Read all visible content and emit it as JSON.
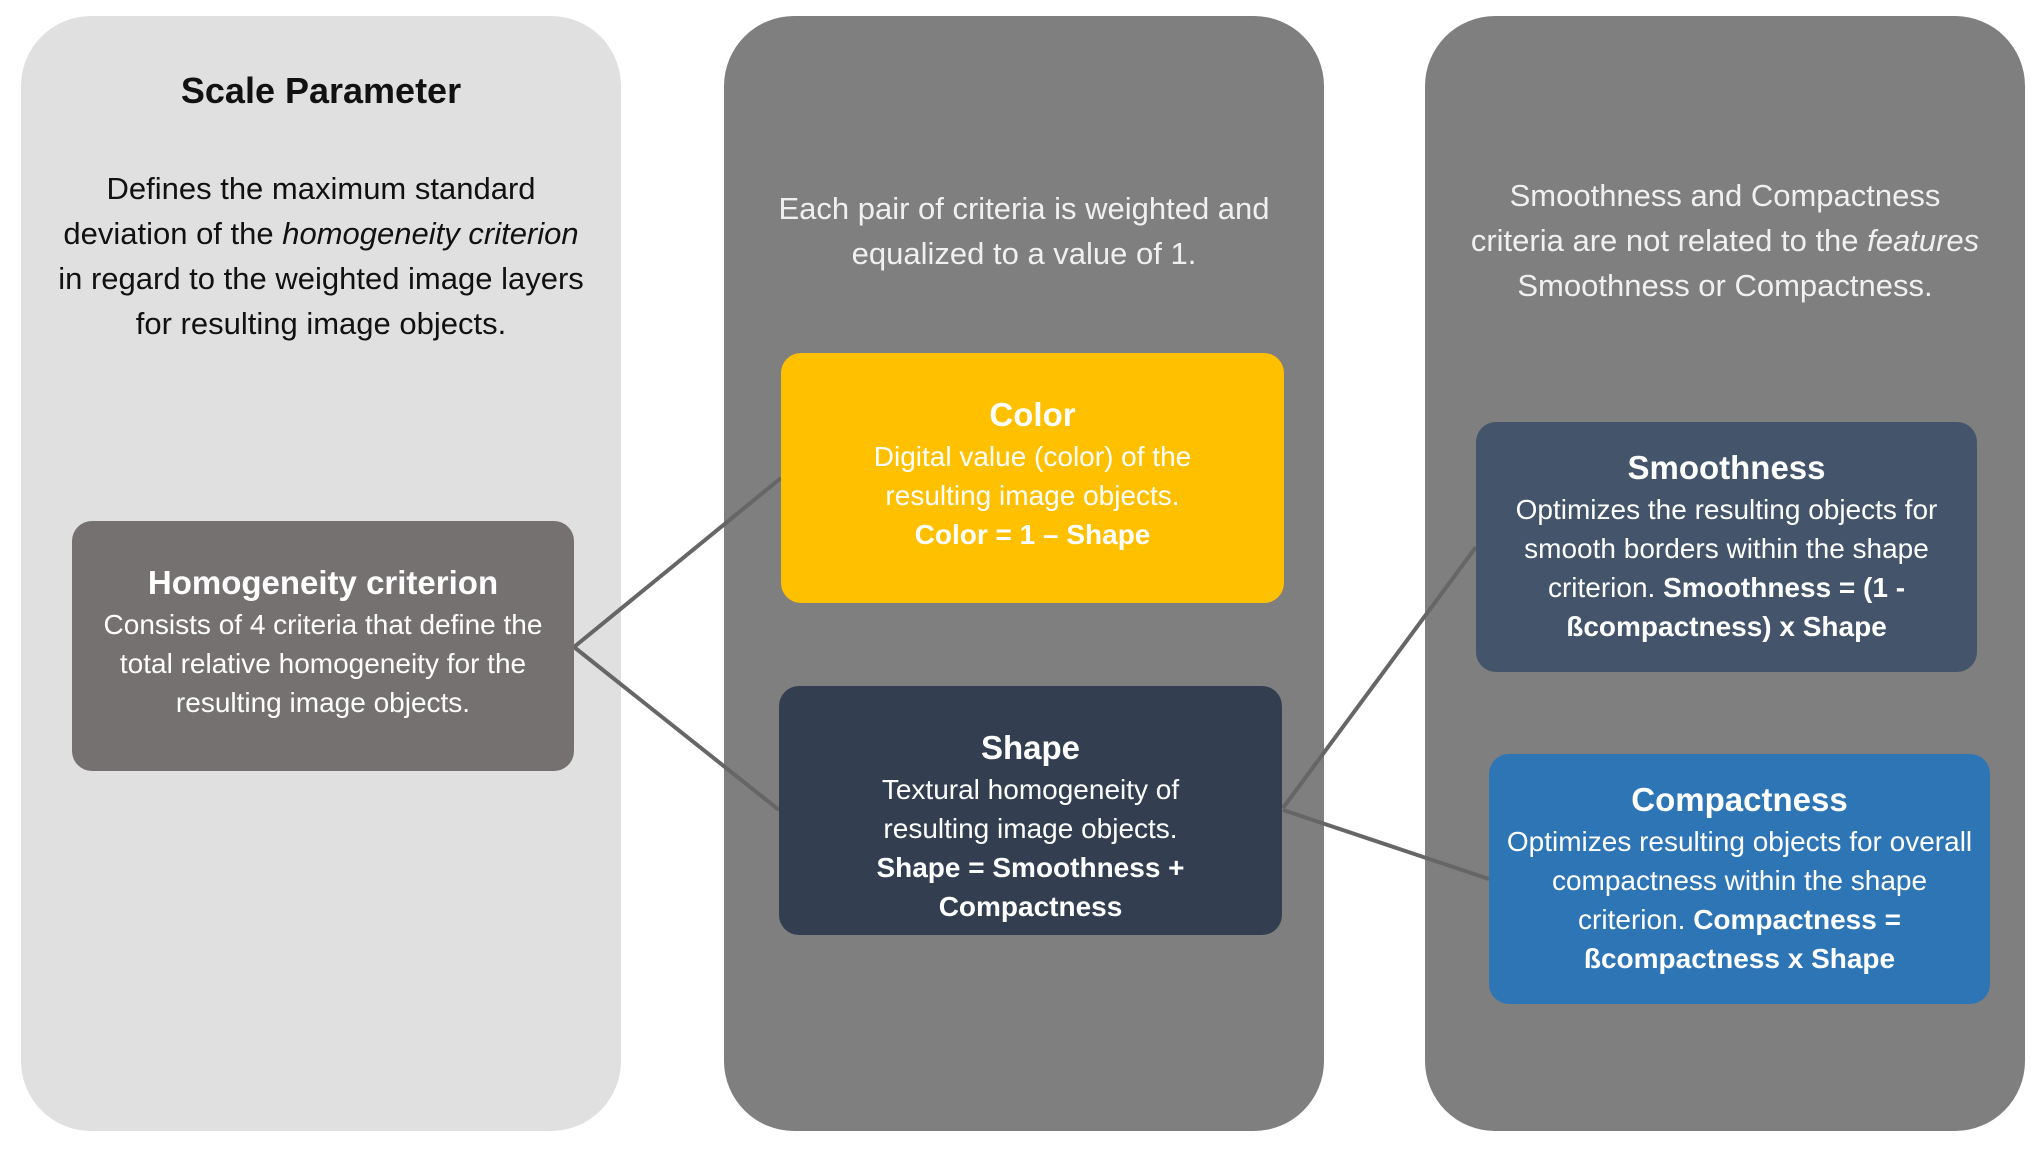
{
  "scale_panel": {
    "title": "Scale Parameter",
    "text_1": "Defines the maximum standard deviation of the ",
    "text_italic": "homogeneity criterion",
    "text_2": " in regard to the weighted image layers for resulting image objects."
  },
  "weight_panel": {
    "text": "Each pair of criteria is weighted and equalized to a value of 1."
  },
  "feature_panel": {
    "text_1": "Smoothness and Compactness criteria are not related to the ",
    "text_italic": "features",
    "text_2": " Smoothness or Compactness."
  },
  "homogeneity": {
    "title": "Homogeneity criterion",
    "text": "Consists of 4 criteria that define the total relative homogeneity for the resulting image objects."
  },
  "color": {
    "title": "Color",
    "text": "Digital value (color) of the resulting image objects.",
    "formula": "Color = 1 – Shape"
  },
  "shape": {
    "title": "Shape",
    "text": "Textural homogeneity of resulting image objects.",
    "formula": "Shape = Smoothness + Compactness"
  },
  "smoothness": {
    "title": "Smoothness",
    "text": "Optimizes the resulting objects for smooth borders within the shape criterion. ",
    "formula": "Smoothness = (1 - ßcompactness) x Shape"
  },
  "compactness": {
    "title": "Compactness",
    "text": "Optimizes resulting objects for overall compactness within the shape criterion. ",
    "formula": "Compactness = ßcompactness x Shape"
  },
  "colors": {
    "light_panel": "#e0e0e0",
    "dark_panel": "#7f7f7f",
    "homogeneity": "#767171",
    "color": "#ffc000",
    "shape": "#333f50",
    "smoothness": "#44546a",
    "compactness": "#2e75b6"
  }
}
